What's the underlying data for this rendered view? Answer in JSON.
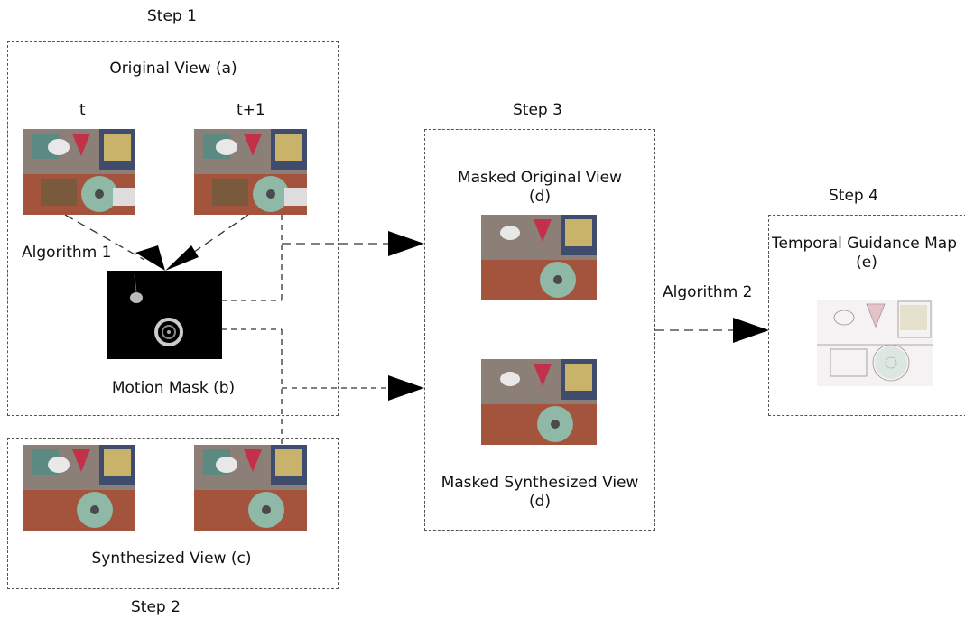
{
  "steps": {
    "step1": "Step 1",
    "step2": "Step 2",
    "step3": "Step 3",
    "step4": "Step 4"
  },
  "step1_box": {
    "title": "Original View (a)",
    "frame_t": "t",
    "frame_t1": "t+1",
    "algorithm": "Algorithm 1",
    "motion_mask": "Motion Mask (b)"
  },
  "step2_box": {
    "title": "Synthesized View (c)"
  },
  "step3_box": {
    "masked_original_line1": "Masked Original View",
    "masked_original_line2": "(d)",
    "masked_synth_line1": "Masked Synthesized View",
    "masked_synth_line2": "(d)"
  },
  "algorithm2": "Algorithm 2",
  "step4_box": {
    "title_line1": "Temporal Guidance Map",
    "title_line2": "(e)"
  },
  "colors": {
    "border": "#555555",
    "arrow": "#000000"
  }
}
